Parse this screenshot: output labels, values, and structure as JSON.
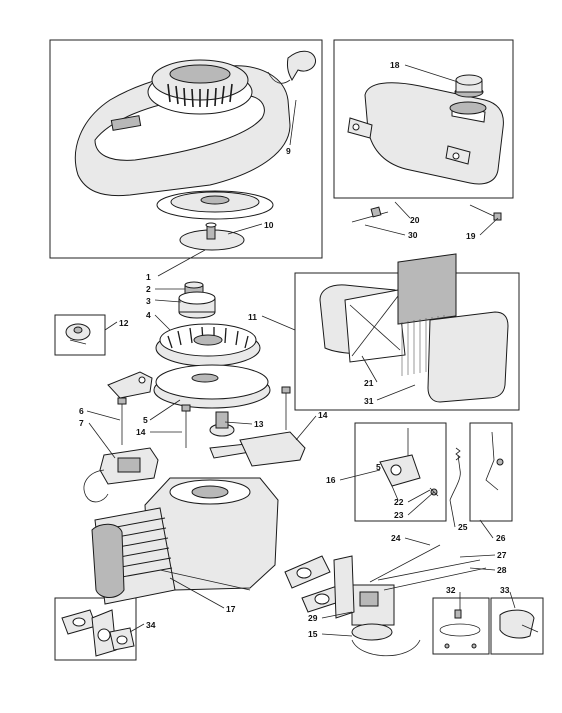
{
  "callouts": {
    "c1": "1",
    "c2": "2",
    "c3": "3",
    "c4": "4",
    "c5": "5",
    "c5b": "5",
    "c6": "6",
    "c7": "7",
    "c9": "9",
    "c10": "10",
    "c11": "11",
    "c12": "12",
    "c13": "13",
    "c14a": "14",
    "c14b": "14",
    "c15": "15",
    "c16": "16",
    "c17": "17",
    "c18": "18",
    "c19": "19",
    "c20": "20",
    "c21": "21",
    "c22": "22",
    "c23": "23",
    "c24": "24",
    "c25": "25",
    "c26": "26",
    "c27": "27",
    "c28": "28",
    "c29": "29",
    "c30": "30",
    "c31": "31",
    "c32": "32",
    "c33": "33",
    "c34": "34"
  },
  "colors": {
    "line": "#1a1a1a",
    "fill_light": "#e9e9e9",
    "fill_dark": "#b8b8b8"
  }
}
